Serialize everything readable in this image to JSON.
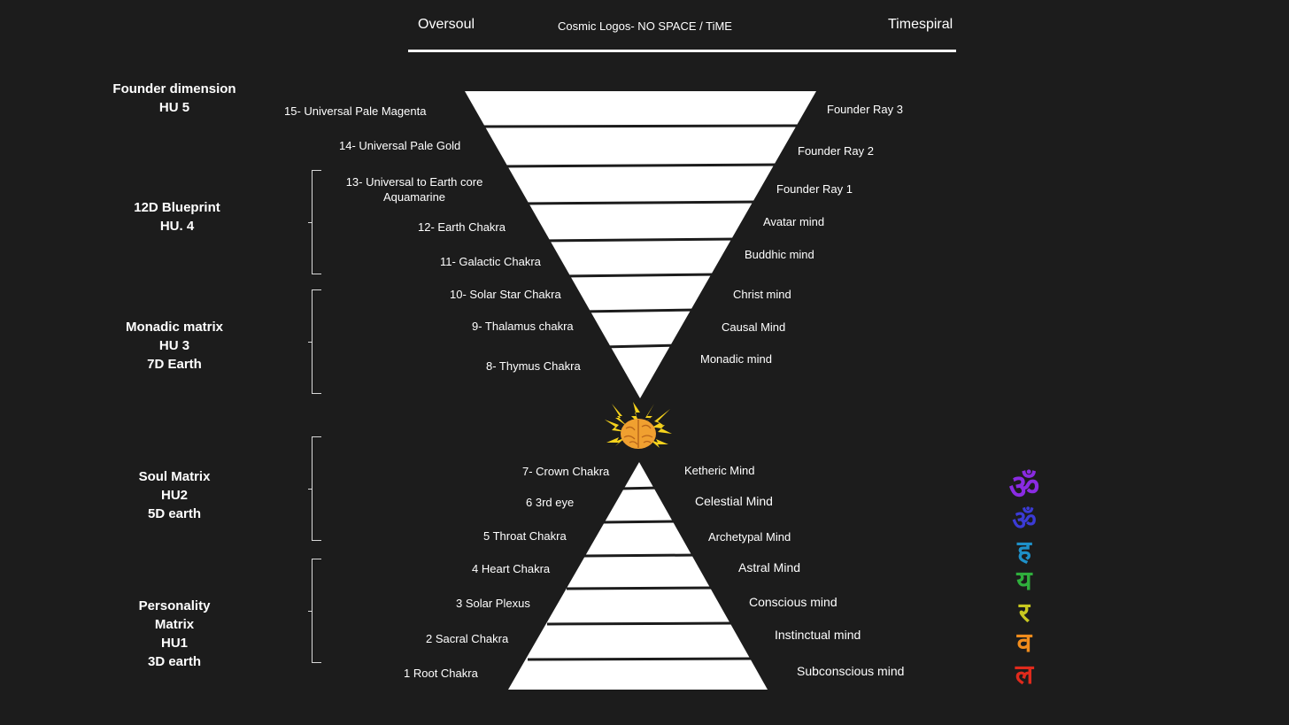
{
  "header": {
    "left": "Oversoul",
    "center": "Cosmic Logos- NO SPACE / TiME",
    "right": "Timespiral"
  },
  "groups": [
    {
      "lines": [
        "Founder dimension",
        "HU 5"
      ]
    },
    {
      "lines": [
        "12D Blueprint",
        "HU. 4"
      ]
    },
    {
      "lines": [
        "Monadic matrix",
        "HU 3",
        "7D Earth"
      ]
    },
    {
      "lines": [
        "Soul Matrix",
        "HU2",
        "5D earth"
      ]
    },
    {
      "lines": [
        "Personality",
        "Matrix",
        "HU1",
        "3D earth"
      ]
    }
  ],
  "upper_chakras": [
    "15- Universal Pale Magenta",
    "14- Universal Pale Gold",
    "13- Universal to Earth core",
    "Aquamarine",
    "12- Earth Chakra",
    "11- Galactic Chakra",
    "10- Solar Star Chakra",
    "9- Thalamus chakra",
    "8- Thymus Chakra"
  ],
  "upper_minds": [
    "Founder Ray 3",
    "Founder Ray 2",
    "Founder Ray 1",
    "Avatar mind",
    "Buddhic mind",
    "Christ mind",
    "Causal Mind",
    "Monadic mind"
  ],
  "lower_chakras": [
    "7- Crown Chakra",
    "6 3rd eye",
    "5 Throat Chakra",
    "4 Heart Chakra",
    "3 Solar Plexus",
    "2 Sacral Chakra",
    "1 Root Chakra"
  ],
  "lower_minds": [
    "Ketheric Mind",
    "Celestial Mind",
    "Archetypal Mind",
    "Astral Mind",
    "Conscious mind",
    "Instinctual mind",
    "Subconscious mind"
  ],
  "bija_mantras": [
    {
      "glyph": "ॐ",
      "color": "#8a2be2"
    },
    {
      "glyph": "ॐ",
      "color": "#3b3bd6"
    },
    {
      "glyph": "ह",
      "color": "#1e90c8"
    },
    {
      "glyph": "य",
      "color": "#2fae3c"
    },
    {
      "glyph": "र",
      "color": "#c8c820"
    },
    {
      "glyph": "व",
      "color": "#f08c1c"
    },
    {
      "glyph": "ल",
      "color": "#e02a1c"
    }
  ],
  "icons": {
    "center": "brain-lightning-icon"
  }
}
